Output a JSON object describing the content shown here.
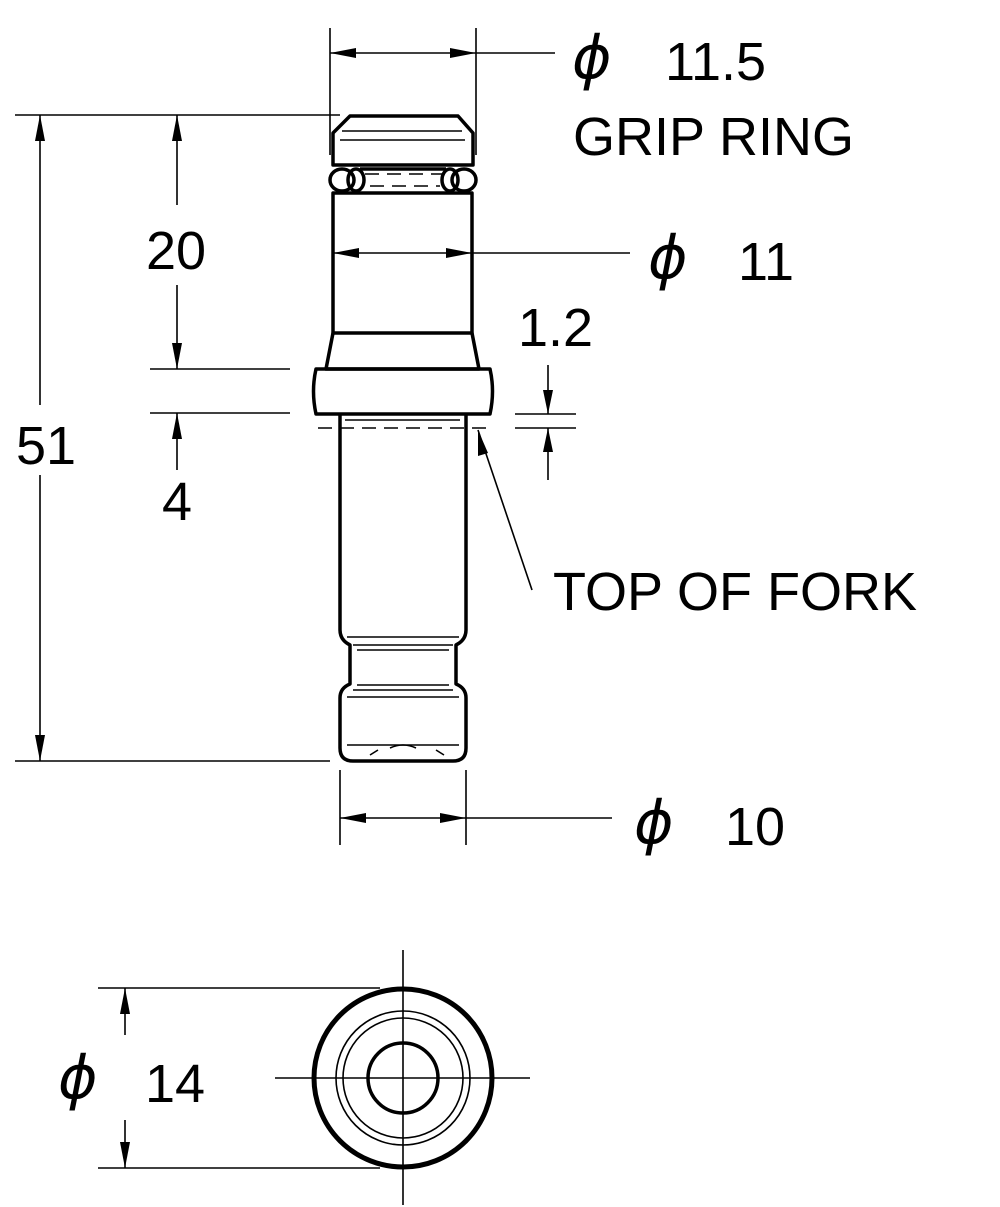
{
  "drawing": {
    "diameter_symbol": "ϕ",
    "dimensions": {
      "grip_ring_diameter": "11.5",
      "grip_ring_label": "GRIP RING",
      "body_diameter": "11",
      "shaft_diameter": "10",
      "collar_diameter": "14",
      "overall_length": "51",
      "upper_length": "20",
      "collar_thickness": "4",
      "fork_offset": "1.2"
    },
    "annotations": {
      "top_of_fork": "TOP OF FORK"
    }
  }
}
